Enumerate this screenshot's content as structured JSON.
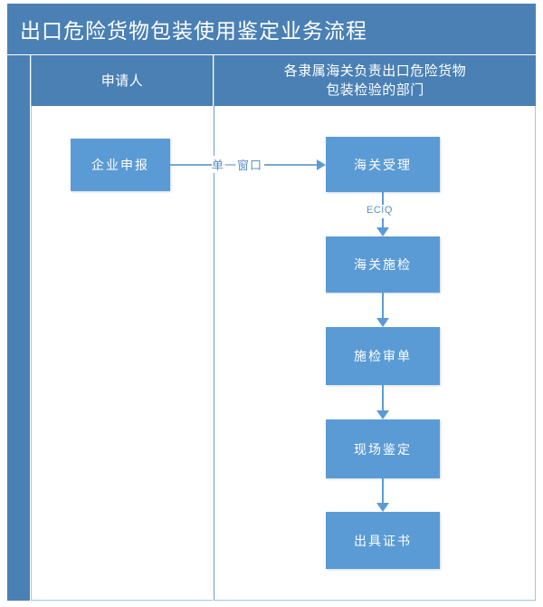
{
  "title": "出口危险货物包装使用鉴定业务流程",
  "colors": {
    "header_blue": "#4A80B4",
    "node_blue": "#5B9BD5",
    "connector_blue": "#5B9BD5",
    "edge_label_blue": "#5B8FC9",
    "lane_border": "#A8C4E0",
    "background": "#FFFFFF"
  },
  "lanes": [
    {
      "id": "applicant",
      "header": "申请人"
    },
    {
      "id": "customs",
      "header": "各隶属海关负责出口危险货物\n包装检验的部门"
    }
  ],
  "lane_headers": {
    "applicant": "申请人",
    "customs_line1": "各隶属海关负责出口危险货物",
    "customs_line2": "包装检验的部门"
  },
  "nodes": [
    {
      "id": "apply",
      "label": "企业申报",
      "lane": "applicant"
    },
    {
      "id": "accept",
      "label": "海关受理",
      "lane": "customs"
    },
    {
      "id": "inspect",
      "label": "海关施检",
      "lane": "customs"
    },
    {
      "id": "review",
      "label": "施检审单",
      "lane": "customs"
    },
    {
      "id": "onsite",
      "label": "现场鉴定",
      "lane": "customs"
    },
    {
      "id": "cert",
      "label": "出具证书",
      "lane": "customs"
    }
  ],
  "edges": [
    {
      "from": "apply",
      "to": "accept",
      "label": "单一窗口",
      "direction": "right"
    },
    {
      "from": "accept",
      "to": "inspect",
      "label": "ECIQ",
      "direction": "down"
    },
    {
      "from": "inspect",
      "to": "review",
      "label": "",
      "direction": "down"
    },
    {
      "from": "review",
      "to": "onsite",
      "label": "",
      "direction": "down"
    },
    {
      "from": "onsite",
      "to": "cert",
      "label": "",
      "direction": "down"
    }
  ],
  "edge_labels": {
    "single_window": "单一窗口",
    "eciq": "ECIQ"
  }
}
